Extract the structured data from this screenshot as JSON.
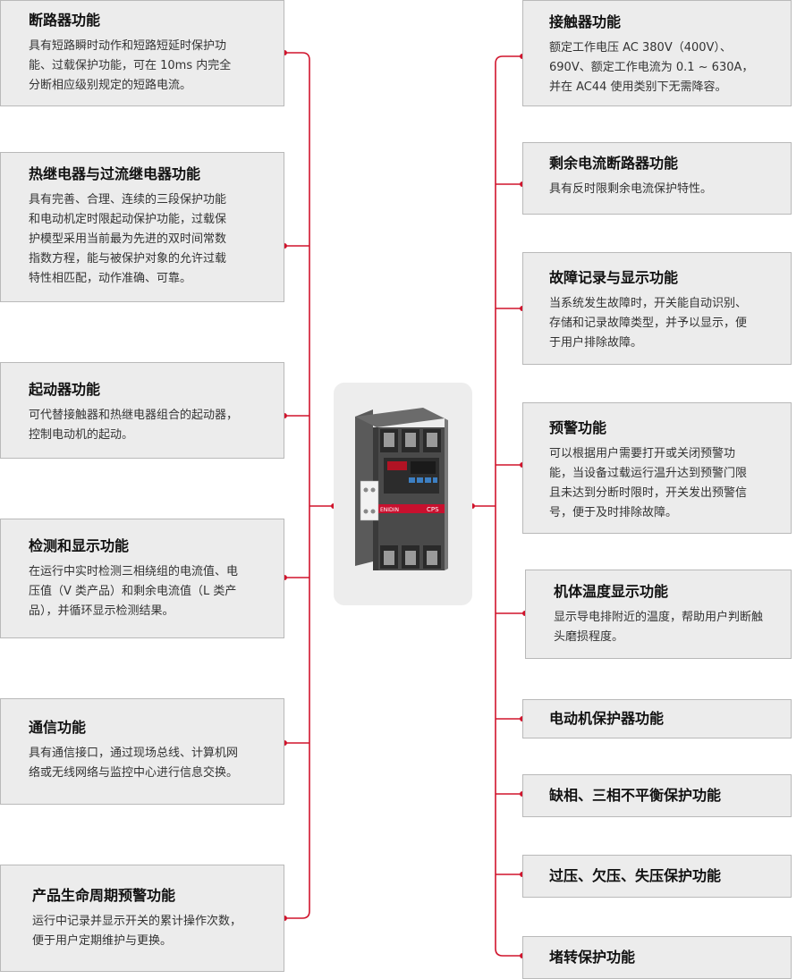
{
  "colors": {
    "line": "#d0142c",
    "box_bg": "#ececec",
    "box_border": "#b9b9b9"
  },
  "left": [
    {
      "title": "断路器功能",
      "desc": "具有短路瞬时动作和短路短延时保护功\n能、过载保护功能，可在 10ms 内完全\n分断相应级别规定的短路电流。"
    },
    {
      "title": "热继电器与过流继电器功能",
      "desc": "具有完善、合理、连续的三段保护功能\n和电动机定时限起动保护功能，过载保\n护模型采用当前最为先进的双时间常数\n指数方程，能与被保护对象的允许过载\n特性相匹配，动作准确、可靠。"
    },
    {
      "title": "起动器功能",
      "desc": "可代替接触器和热继电器组合的起动器，\n控制电动机的起动。"
    },
    {
      "title": "检测和显示功能",
      "desc": "在运行中实时检测三相绕组的电流值、电\n压值（V 类产品）和剩余电流值（L 类产\n品），并循环显示检测结果。"
    },
    {
      "title": "通信功能",
      "desc": "具有通信接口，通过现场总线、计算机网\n络或无线网络与监控中心进行信息交换。"
    },
    {
      "title": "产品生命周期预警功能",
      "desc": "运行中记录并显示开关的累计操作次数，\n便于用户定期维护与更换。"
    }
  ],
  "right": [
    {
      "title": "接触器功能",
      "desc": "额定工作电压 AC 380V（400V）、\n690V、额定工作电流为 0.1 ~ 630A，\n并在 AC44 使用类别下无需降容。"
    },
    {
      "title": "剩余电流断路器功能",
      "desc": "具有反时限剩余电流保护特性。"
    },
    {
      "title": "故障记录与显示功能",
      "desc": "当系统发生故障时，开关能自动识别、\n存储和记录故障类型，并予以显示，便\n于用户排除故障。"
    },
    {
      "title": "预警功能",
      "desc": "可以根据用户需要打开或关闭预警功\n能，当设备过载运行温升达到预警门限\n且未达到分断时限时，开关发出预警信\n号，便于及时排除故障。"
    },
    {
      "title": "机体温度显示功能",
      "desc": "显示导电排附近的温度，帮助用户判断触\n头磨损程度。"
    },
    {
      "title": "电动机保护器功能"
    },
    {
      "title": "缺相、三相不平衡保护功能"
    },
    {
      "title": "过压、欠压、失压保护功能"
    },
    {
      "title": "堵转保护功能"
    }
  ],
  "product": {
    "brand": "ENIDIN",
    "model": "CPS"
  }
}
